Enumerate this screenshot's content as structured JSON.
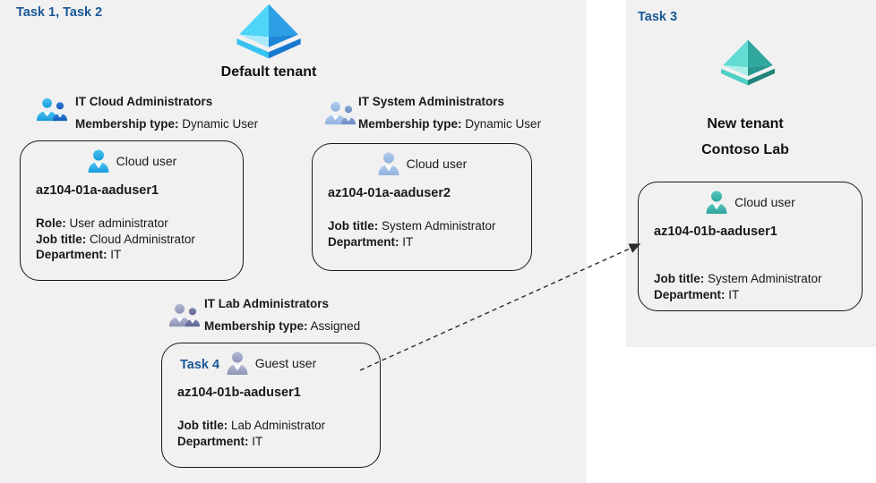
{
  "labels": {
    "task12": "Task 1, Task 2",
    "task3": "Task 3",
    "task4": "Task 4"
  },
  "tenants": {
    "default_name": "Default tenant",
    "new_name_line1": "New tenant",
    "new_name_line2": "Contoso Lab"
  },
  "groups": [
    {
      "name": "IT Cloud Administrators",
      "membership_label": "Membership type:",
      "membership_value": "Dynamic User"
    },
    {
      "name": "IT System Administrators",
      "membership_label": "Membership type:",
      "membership_value": "Dynamic User"
    },
    {
      "name": "IT Lab Administrators",
      "membership_label": "Membership type:",
      "membership_value": "Assigned"
    }
  ],
  "users": [
    {
      "kind": "Cloud user",
      "name": "az104-01a-aaduser1",
      "role_label": "Role:",
      "role_value": "User administrator",
      "job_label": "Job title:",
      "job_value": "Cloud Administrator",
      "dept_label": "Department:",
      "dept_value": "IT"
    },
    {
      "kind": "Cloud user",
      "name": "az104-01a-aaduser2",
      "job_label": "Job title:",
      "job_value": "System Administrator",
      "dept_label": "Department:",
      "dept_value": "IT"
    },
    {
      "kind": "Guest user",
      "name": "az104-01b-aaduser1",
      "job_label": "Job title:",
      "job_value": "Lab Administrator",
      "dept_label": "Department:",
      "dept_value": "IT"
    },
    {
      "kind": "Cloud user",
      "name": "az104-01b-aaduser1",
      "job_label": "Job title:",
      "job_value": "System Administrator",
      "dept_label": "Department:",
      "dept_value": "IT"
    }
  ],
  "icons": {
    "tenant_default": "azure-ad-pyramid-blue",
    "tenant_new": "azure-ad-pyramid-teal",
    "group_cloud_admins": "two-users-blue",
    "group_system_admins": "two-users-steelblue",
    "group_lab_admins": "two-users-gray",
    "user1": "person-bright-blue",
    "user2": "person-steel-blue",
    "user3": "person-gray-lavender",
    "user4": "person-teal"
  },
  "colors": {
    "accent_blue": "#1a5796",
    "panel_gray": "#f1f1f1",
    "card_border": "#1a1a1a",
    "arrow": "#2b2b2b",
    "pyramid_blue_light": "#4fd5f7",
    "pyramid_blue_dark": "#1c86d8",
    "pyramid_teal_light": "#62dcd3",
    "pyramid_teal_dark": "#27968c",
    "user1_fill": "#2bb0e8",
    "user2_fill": "#9fbfe4",
    "user3_fill": "#a0a6c4",
    "user4_fill": "#3ab3ab"
  }
}
